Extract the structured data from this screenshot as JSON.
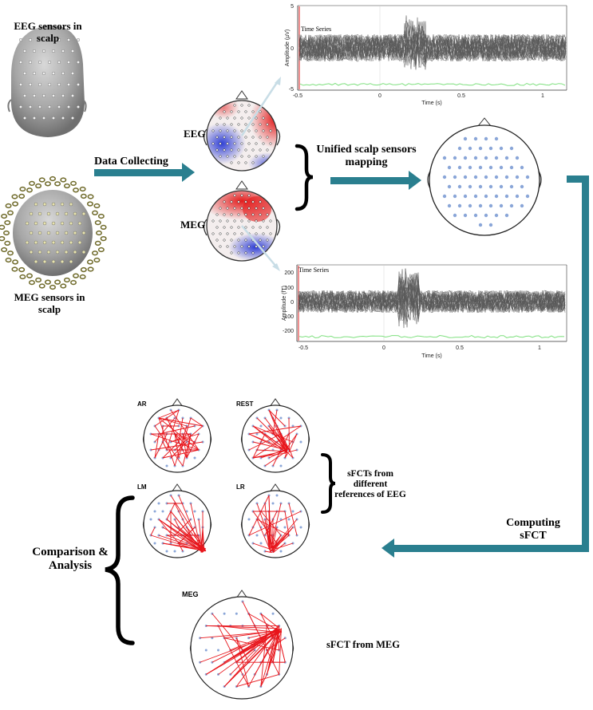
{
  "labels": {
    "eeg_sensors": "EEG sensors in scalp",
    "meg_sensors": "MEG sensors in scalp",
    "data_collecting": "Data Collecting",
    "eeg": "EEG",
    "meg": "MEG",
    "unified": "Unified  scalp sensors mapping",
    "computing": "Computing sFCT",
    "comparison": "Comparison & Analysis",
    "sfcts_refs": "sFCTs from different references of EEG",
    "sfct_meg": "sFCT from MEG",
    "panel_ar": "AR",
    "panel_rest": "REST",
    "panel_lm": "LM",
    "panel_lr": "LR",
    "panel_meg": "MEG"
  },
  "plots": {
    "top": {
      "title": "Time Series",
      "ylabel": "Amplitude (µV)",
      "xlabel": "Time (s)",
      "yticks": [
        "5",
        "0",
        "-5"
      ],
      "xticks": [
        "-0.5",
        "0",
        "0.5",
        "1"
      ]
    },
    "bottom": {
      "title": "Time Series",
      "ylabel": "Amplitude (fT)",
      "xlabel": "Time (s)",
      "yticks": [
        "200",
        "100",
        "0",
        "-100",
        "-200"
      ],
      "xticks": [
        "-0.5",
        "0",
        "0.5",
        "1"
      ]
    }
  },
  "colors": {
    "arrow": "#2a7f8f",
    "connection": "#e8151b",
    "sensor": "#8aa6d8",
    "trace": "#222222",
    "baseline": "#7ee07e"
  }
}
